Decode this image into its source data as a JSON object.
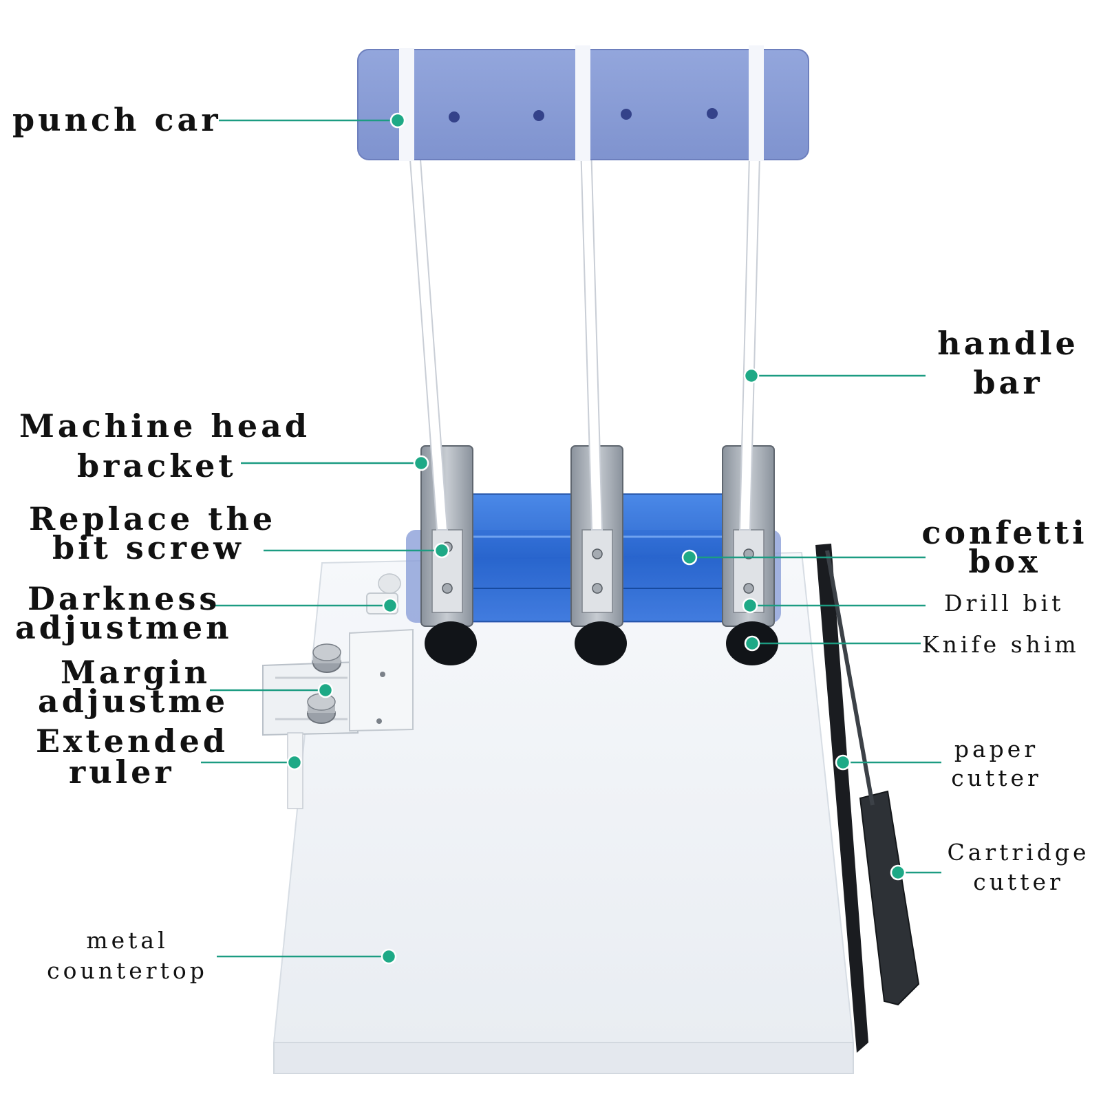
{
  "accent_color": "#1ea986",
  "labels": {
    "punch_car": "punch car",
    "handle_bar": [
      "handle",
      "bar"
    ],
    "machine_head_bracket": [
      "Machine head",
      "bracket"
    ],
    "replace_bit_screw": [
      "Replace the",
      "bit screw"
    ],
    "confetti_box": [
      "confetti",
      "box"
    ],
    "darkness_adjustment": [
      "Darkness",
      "adjustmen"
    ],
    "drill_bit": "Drill bit",
    "knife_shim": "Knife shim",
    "margin_adjustment": [
      "Margin",
      "adjustme"
    ],
    "extended_ruler": [
      "Extended",
      "ruler"
    ],
    "paper_cutter": [
      "paper",
      "cutter"
    ],
    "cartridge_cutter": [
      "Cartridge",
      "cutter"
    ],
    "metal_countertop": [
      "metal",
      "countertop"
    ]
  }
}
